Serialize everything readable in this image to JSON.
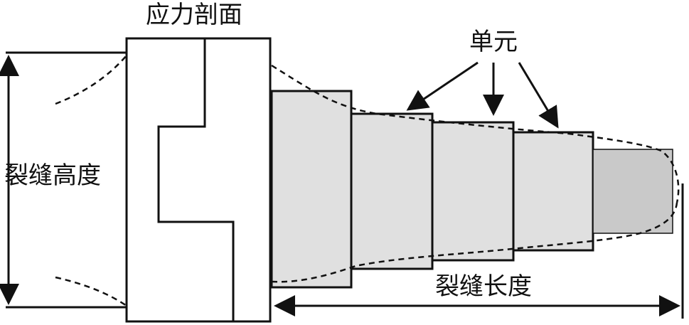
{
  "labels": {
    "stress_profile": "应力剖面",
    "unit": "单元",
    "crack_height": "裂缝高度",
    "crack_length": "裂缝长度"
  },
  "colors": {
    "line": "#111111",
    "cell_fill": "#e0e0e0",
    "tip_cell_fill": "#c9c9c9",
    "background": "#ffffff"
  },
  "structure": {
    "element_count": 5,
    "arrow_targets_count": 3
  }
}
